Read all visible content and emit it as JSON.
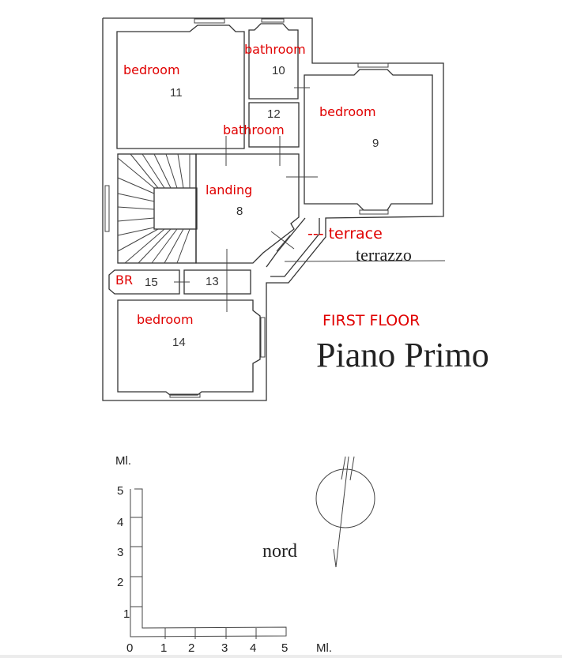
{
  "rooms": {
    "r11": {
      "number": "11",
      "label": "bedroom"
    },
    "r10": {
      "number": "10",
      "label": "bathroom"
    },
    "r12": {
      "number": "12",
      "label": "bathroom"
    },
    "r9": {
      "number": "9",
      "label": "bedroom"
    },
    "r8": {
      "number": "8",
      "label": "landing"
    },
    "r15": {
      "number": "15",
      "label": "BR"
    },
    "r13": {
      "number": "13"
    },
    "r14": {
      "number": "14",
      "label": "bedroom"
    }
  },
  "terrace": {
    "label_en": "--- terrace",
    "label_it": "terrazzo"
  },
  "title": {
    "en": "FIRST FLOOR",
    "it": "Piano Primo"
  },
  "north": {
    "label": "nord"
  },
  "scale": {
    "unit_y": "Ml.",
    "unit_x": "Ml.",
    "y_ticks": [
      "5",
      "4",
      "3",
      "2",
      "1"
    ],
    "x_ticks": [
      "0",
      "1",
      "2",
      "3",
      "4",
      "5"
    ]
  },
  "colors": {
    "annotation": "#e00000",
    "line": "#333333"
  }
}
